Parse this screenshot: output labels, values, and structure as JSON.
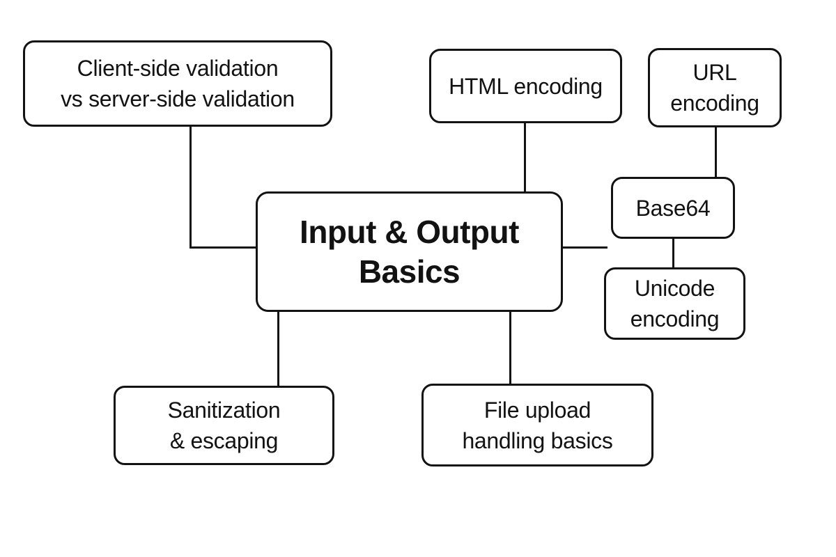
{
  "canvas": {
    "background_color": "#ffffff",
    "ink_color": "#121212"
  },
  "diagram": {
    "type": "mindmap",
    "center_node": {
      "id": "input-output-basics",
      "label": "Input & Output\nBasics"
    },
    "nodes": [
      {
        "id": "client-side-validation",
        "label": "Client-side validation\nvs server-side validation"
      },
      {
        "id": "html-encoding",
        "label": "HTML encoding"
      },
      {
        "id": "url-encoding",
        "label": "URL\nencoding"
      },
      {
        "id": "base64",
        "label": "Base64"
      },
      {
        "id": "unicode-encoding",
        "label": "Unicode\nencoding"
      },
      {
        "id": "sanitization-escaping",
        "label": "Sanitization\n& escaping"
      },
      {
        "id": "file-upload-handling",
        "label": "File upload\nhandling basics"
      }
    ],
    "edges": [
      {
        "from": "client-side-validation",
        "to": "input-output-basics"
      },
      {
        "from": "html-encoding",
        "to": "input-output-basics"
      },
      {
        "from": "input-output-basics",
        "to": "base64-group-stub"
      },
      {
        "from": "url-encoding",
        "to": "base64"
      },
      {
        "from": "base64",
        "to": "unicode-encoding"
      },
      {
        "from": "input-output-basics",
        "to": "sanitization-escaping"
      },
      {
        "from": "input-output-basics",
        "to": "file-upload-handling"
      }
    ]
  }
}
